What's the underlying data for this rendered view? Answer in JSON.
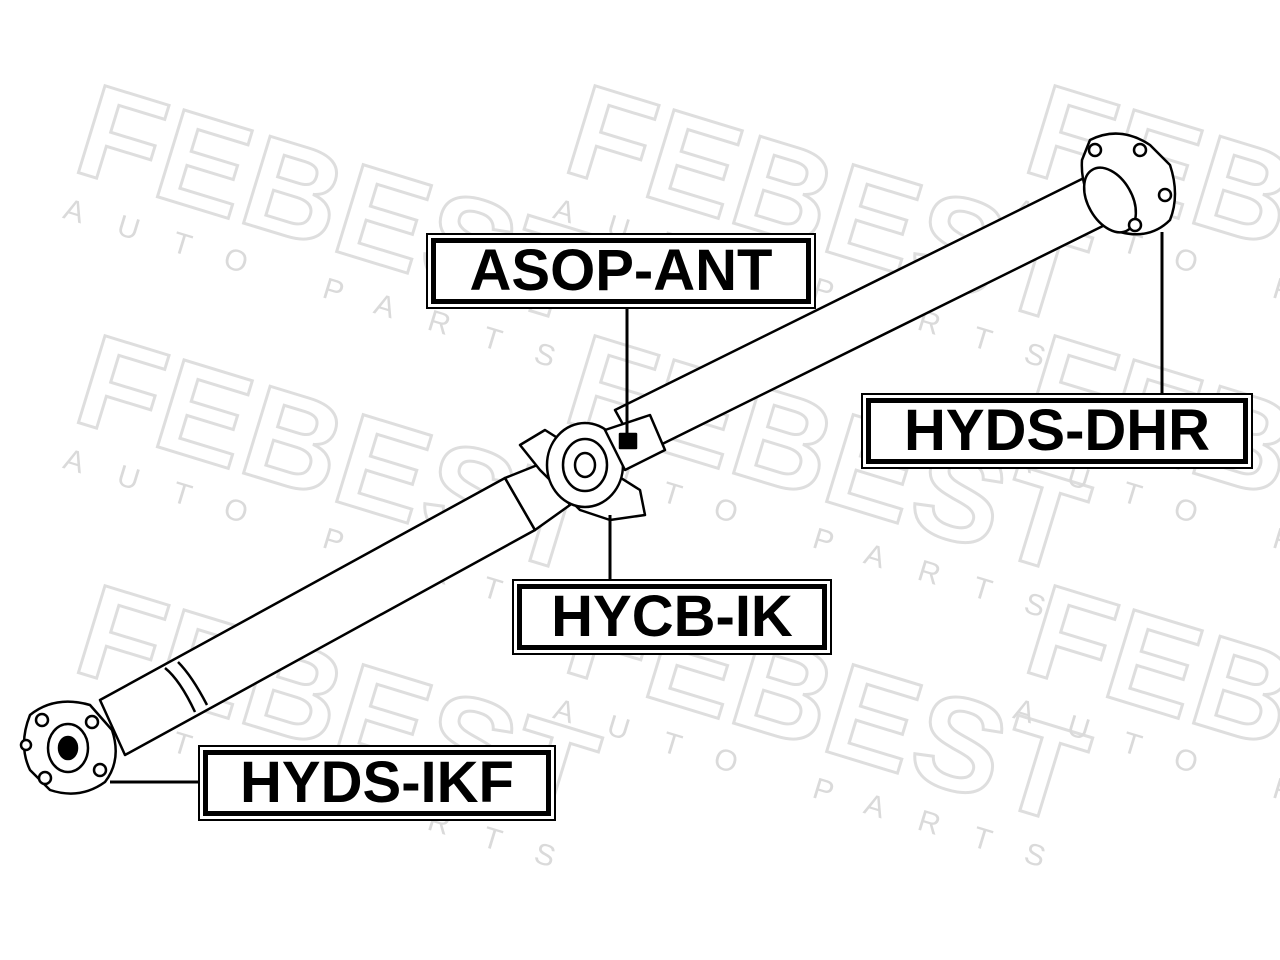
{
  "watermark": {
    "brand": "FEBEST",
    "tagline": "AUTO PARTS"
  },
  "callouts": {
    "asop": "ASOP-ANT",
    "hyds_dhr": "HYDS-DHR",
    "hycb": "HYCB-IK",
    "hyds_ikf": "HYDS-IKF"
  },
  "colors": {
    "line": "#000000",
    "watermark": "#dedede",
    "background": "#ffffff"
  }
}
